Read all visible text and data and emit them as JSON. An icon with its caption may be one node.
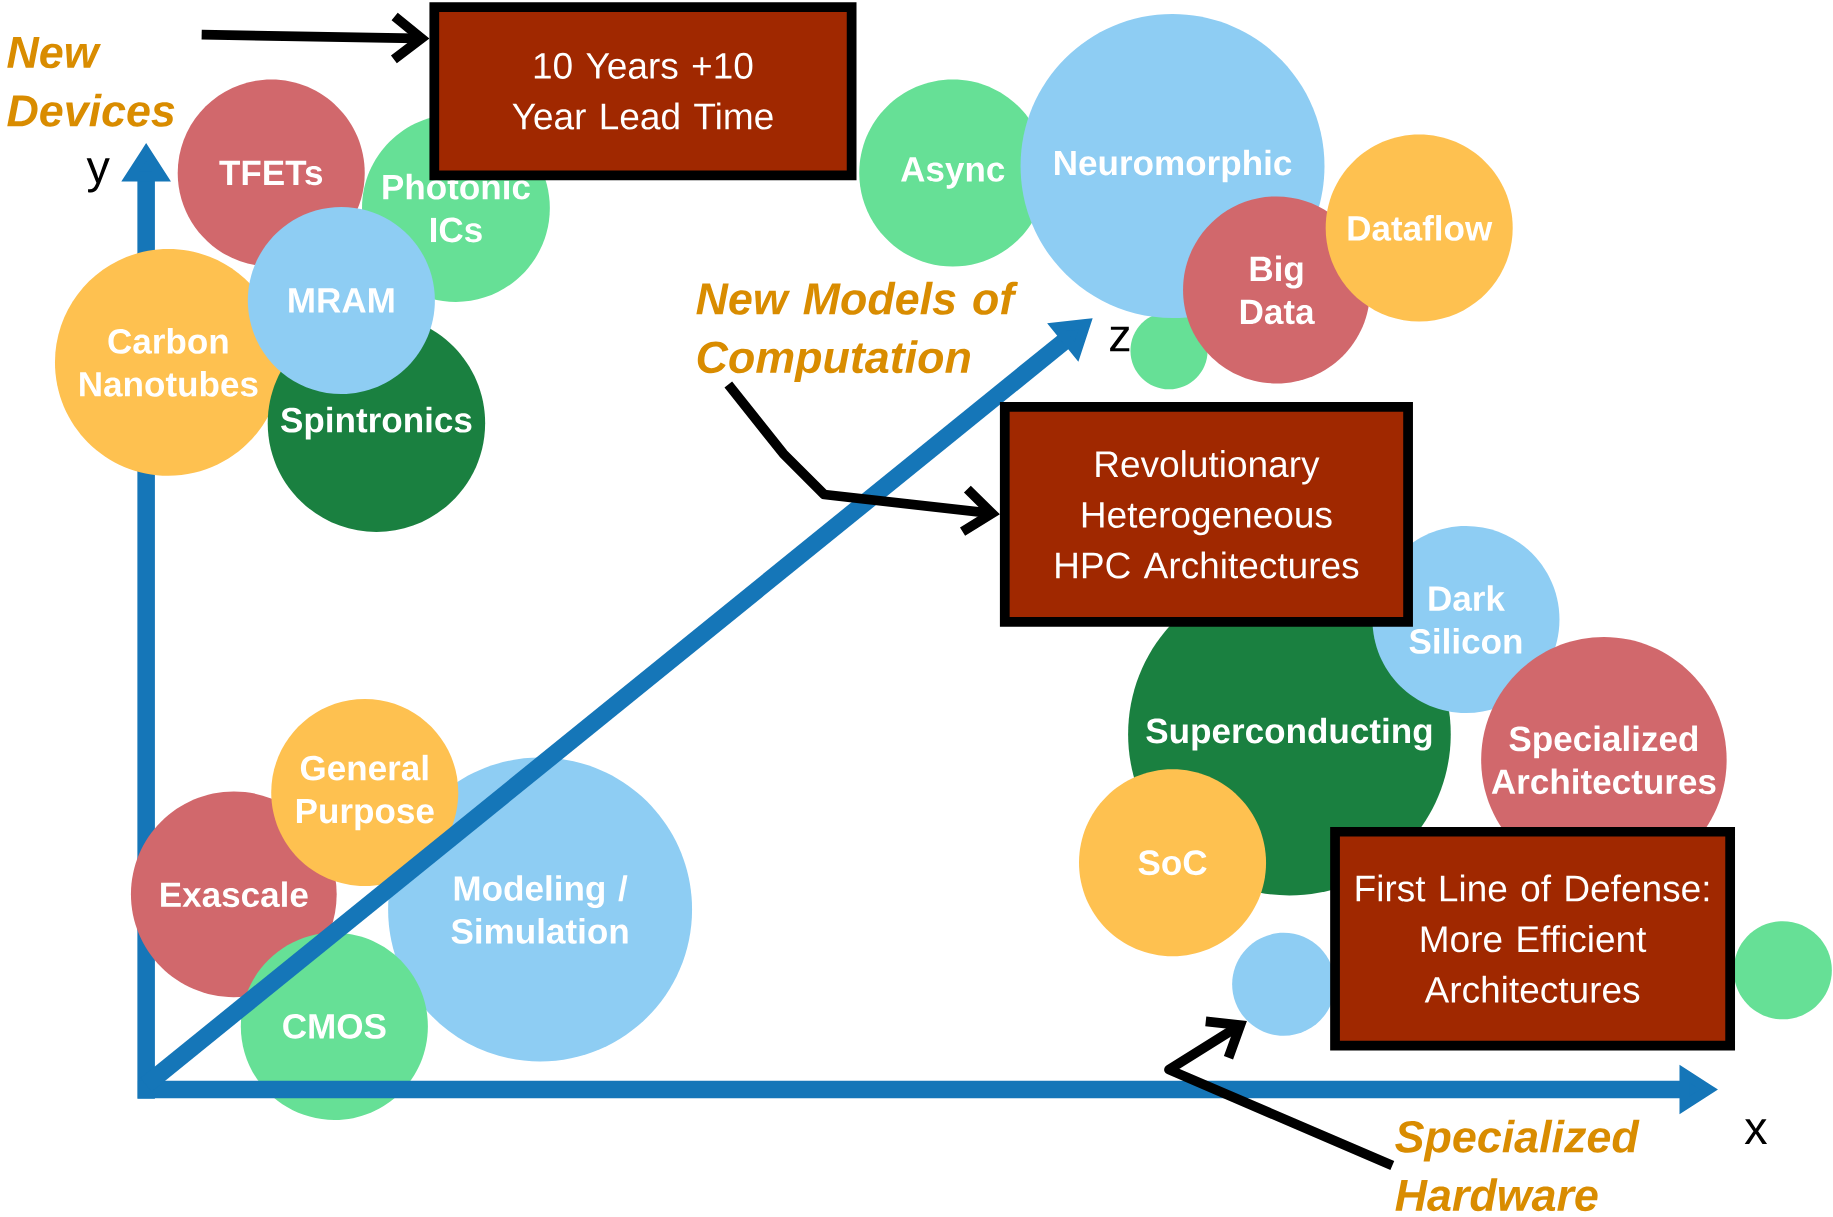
{
  "diagram": {
    "nodes": [
      {
        "text": [
          "TFETs"
        ]
      },
      {
        "text": [
          "Photonic ICs"
        ]
      },
      {
        "text": [
          "MRAM"
        ]
      },
      {
        "text": [
          "Carbon Nanotubes"
        ]
      },
      {
        "text": [
          "Spintronics"
        ]
      },
      {
        "text": [
          "Async"
        ]
      },
      {
        "text": [
          "Neuromorphic"
        ]
      },
      {
        "text": [
          "Big Data"
        ]
      },
      {
        "text": [
          "Dataflow"
        ]
      },
      {
        "text": [],
        "shape": "circle"
      },
      {
        "text": [
          "Dark Silicon"
        ]
      },
      {
        "text": [
          "Superconducting"
        ]
      },
      {
        "text": [
          "Specialized Architectures"
        ]
      },
      {
        "text": [
          "SoC"
        ]
      },
      {
        "text": [],
        "shape": "circle"
      },
      {
        "text": [],
        "shape": "circle"
      },
      {
        "text": [
          "General Purpose"
        ]
      },
      {
        "text": [
          "Exascale"
        ]
      },
      {
        "text": [
          "Modeling / Simulation"
        ]
      },
      {
        "text": [
          "CMOS"
        ]
      },
      {
        "text": [
          "10 Years +10 Year Lead Time"
        ]
      },
      {
        "text": [
          "Revolutionary Heterogeneous HPC Architectures"
        ]
      },
      {
        "text": [
          "First Line of Defense: More Efficient Architectures"
        ]
      },
      {
        "text": [
          "New Devices"
        ]
      },
      {
        "text": [
          "New Models of Computation"
        ]
      },
      {
        "text": [
          "Specialized Hardware"
        ]
      }
    ],
    "edges": [
      {
        "from": 23,
        "to": 20,
        "arrow": "to"
      },
      {
        "from": 24,
        "to": 21,
        "arrow": "to"
      },
      {
        "from": 25,
        "to": 14,
        "arrow": "to"
      }
    ],
    "labels": [
      "y",
      "z",
      "x"
    ]
  }
}
